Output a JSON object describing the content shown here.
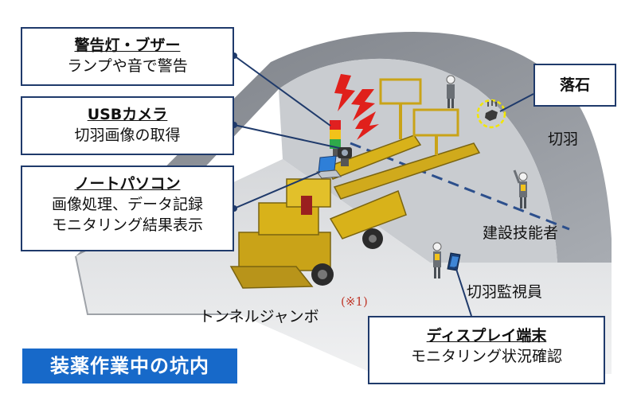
{
  "callouts": {
    "warning_light": {
      "title": "警告灯・ブザー",
      "desc": "ランプや音で警告"
    },
    "usb_camera": {
      "title": "USBカメラ",
      "desc": "切羽画像の取得"
    },
    "laptop": {
      "title": "ノートパソコン",
      "desc_line1": "画像処理、データ記録",
      "desc_line2": "モニタリング結果表示"
    },
    "rockfall": {
      "title": "落石"
    },
    "display_terminal": {
      "title": "ディスプレイ端末",
      "desc": "モニタリング状況確認"
    }
  },
  "labels": {
    "tunnel_face": "切羽",
    "construction_workers": "建設技能者",
    "face_monitor": "切羽監視員",
    "tunnel_jumbo": "トンネルジャンボ",
    "footnote_mark": "(※1)"
  },
  "banner": "装薬作業中の坑内",
  "colors": {
    "box_border": "#1f3a6b",
    "banner_bg": "#1769c9",
    "machine_yellow": "#d8b21a",
    "lightning_red": "#e0201b",
    "rock_highlight": "#f2e600",
    "dashed_line": "#2c4f8c",
    "footnote_red": "#c0392b"
  },
  "icons": [
    "warning-lamp-icon",
    "lightning-icon",
    "usb-camera-icon",
    "laptop-icon",
    "falling-rock-icon",
    "tablet-icon",
    "worker-icon"
  ]
}
